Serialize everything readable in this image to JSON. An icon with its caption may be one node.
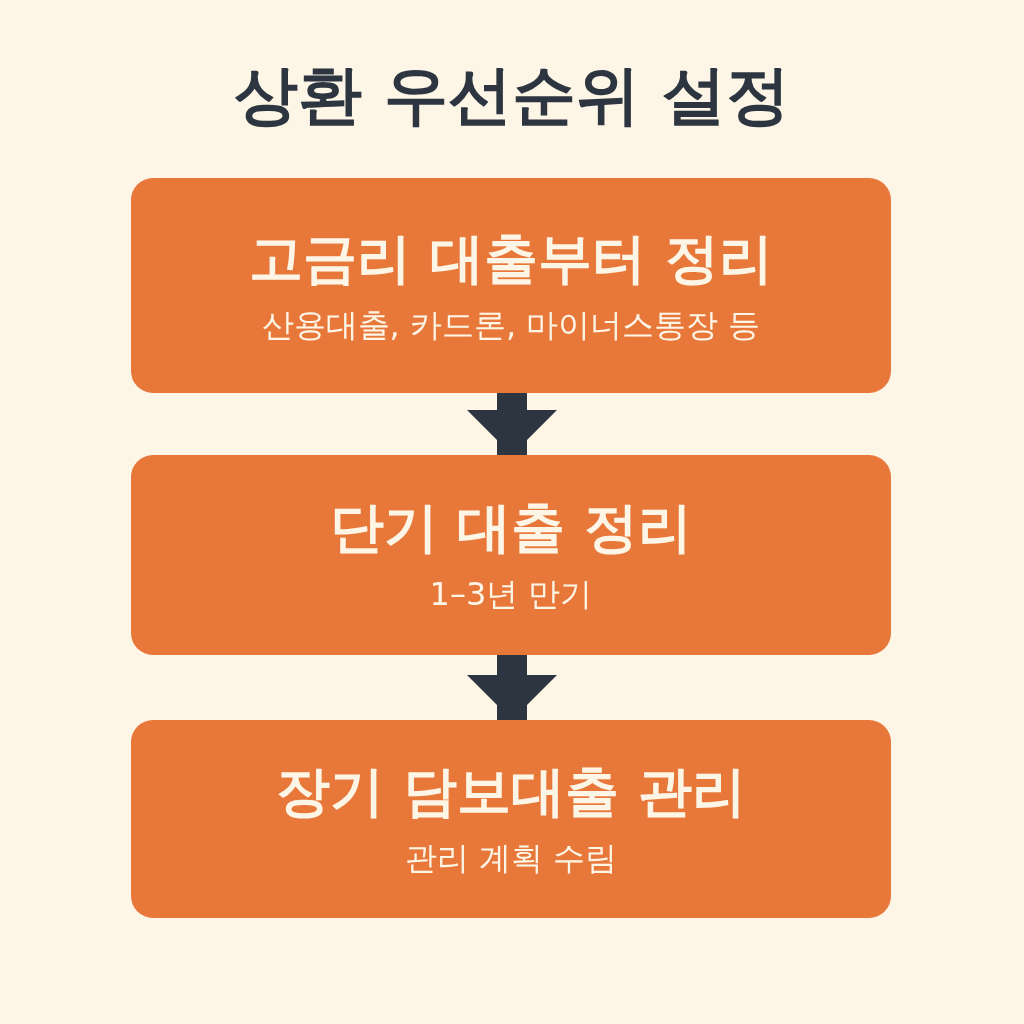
{
  "diagram": {
    "title": "상환 우선순위 설정",
    "nodes": [
      {
        "text": [
          "고금리 대출부터 정리",
          "산용대출, 카드론, 마이너스통장 등"
        ]
      },
      {
        "text": [
          "단기 대출 정리",
          "1–3년 만기"
        ]
      },
      {
        "text": [
          "장기 담보대출 관리",
          "관리 계획 수림"
        ]
      }
    ],
    "edges": [
      {
        "from": 0,
        "to": 1,
        "arrow": "to"
      },
      {
        "from": 1,
        "to": 2,
        "arrow": "to"
      }
    ]
  }
}
